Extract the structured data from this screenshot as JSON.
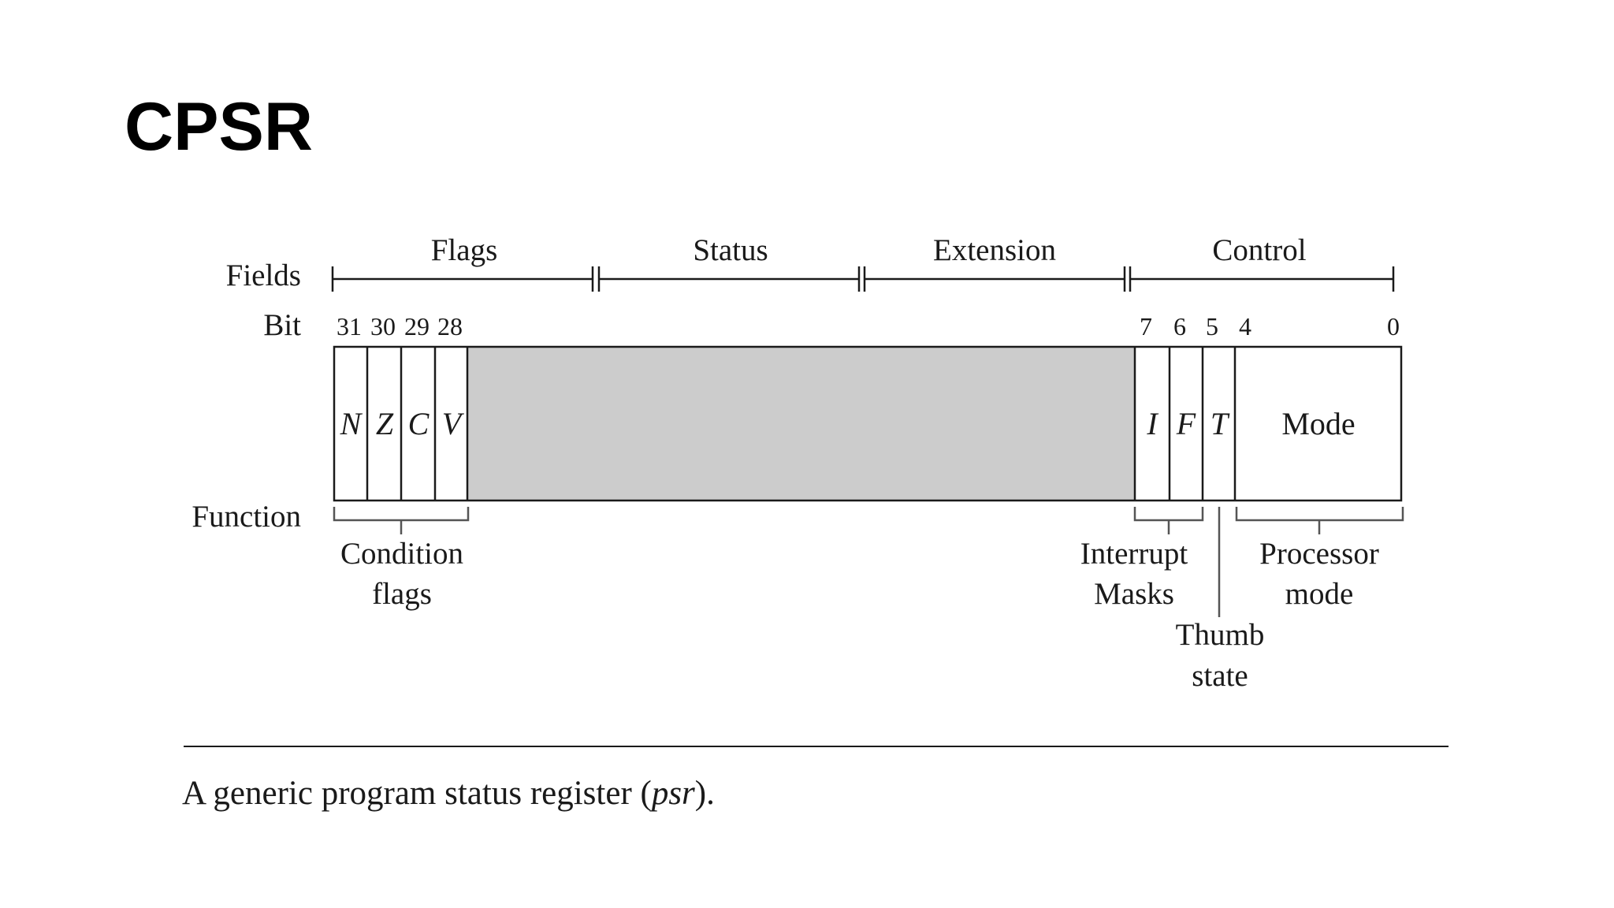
{
  "title": "CPSR",
  "diagram": {
    "row_labels": {
      "fields": "Fields",
      "bit": "Bit",
      "function": "Function"
    },
    "fields": [
      "Flags",
      "Status",
      "Extension",
      "Control"
    ],
    "bit_numbers": {
      "b31": "31",
      "b30": "30",
      "b29": "29",
      "b28": "28",
      "b7": "7",
      "b6": "6",
      "b5": "5",
      "b4": "4",
      "b0": "0"
    },
    "cells": {
      "n": "N",
      "z": "Z",
      "c": "C",
      "v": "V",
      "i": "I",
      "f": "F",
      "t": "T",
      "mode": "Mode"
    },
    "functions": {
      "condition_1": "Condition",
      "condition_2": "flags",
      "interrupt_1": "Interrupt",
      "interrupt_2": "Masks",
      "thumb_1": "Thumb",
      "thumb_2": "state",
      "processor_1": "Processor",
      "processor_2": "mode"
    },
    "colors": {
      "reserved_fill": "#cccccc",
      "line": "#1a1a1a",
      "bracket": "#555555"
    }
  },
  "caption": {
    "prefix": "A generic program status register (",
    "italic": "psr",
    "suffix": ")."
  }
}
